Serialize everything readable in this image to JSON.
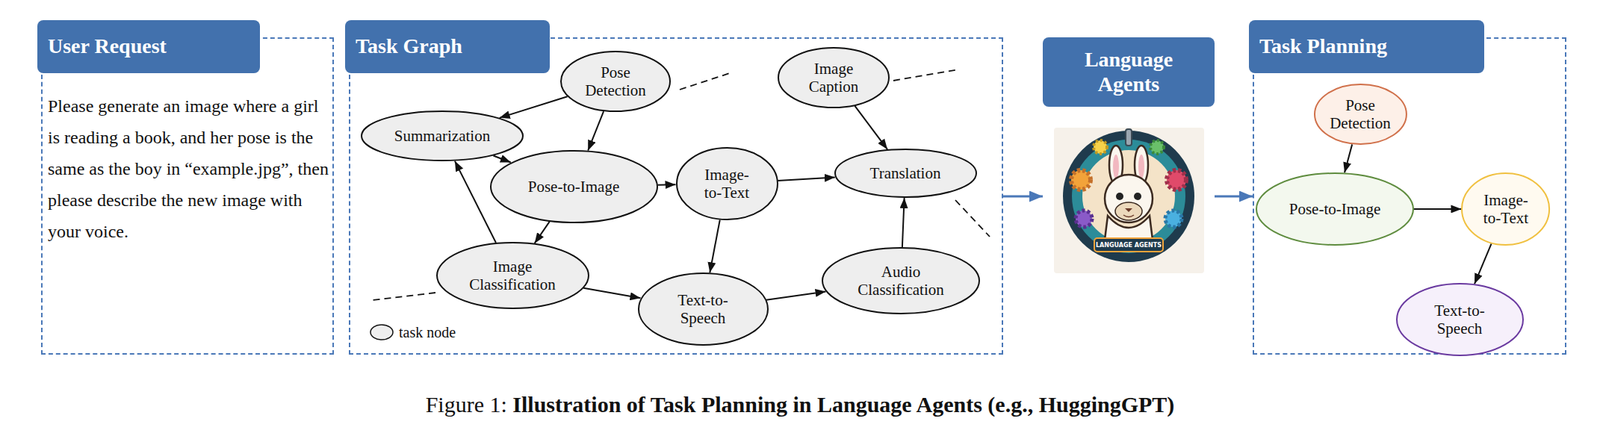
{
  "diagram": {
    "caption": "Figure 1: Illustration of Task Planning in Language Agents (e.g., HuggingGPT)",
    "nodes": [
      {
        "text": [
          "User Request",
          "Please generate an image where a girl is reading a book, and her pose is the same as the boy in “example.jpg”, then please describe the new image with your voice."
        ]
      },
      {
        "text": [
          "Task Graph"
        ]
      },
      {
        "text": [
          "Pose Detection"
        ],
        "in": 1
      },
      {
        "text": [
          "Summarization"
        ],
        "in": 1
      },
      {
        "text": [
          "Image Caption"
        ],
        "in": 1
      },
      {
        "text": [
          "Pose-to-Image"
        ],
        "in": 1
      },
      {
        "text": [
          "Image-to-Text"
        ],
        "in": 1
      },
      {
        "text": [
          "Translation"
        ],
        "in": 1
      },
      {
        "text": [
          "Image Classification"
        ],
        "in": 1
      },
      {
        "text": [
          "Text-to-Speech"
        ],
        "in": 1
      },
      {
        "text": [
          "Audio Classification"
        ],
        "in": 1
      },
      {
        "text": [
          "Language Agents"
        ]
      },
      {
        "text": [
          "Task Planning"
        ]
      },
      {
        "text": [
          "Pose Detection"
        ],
        "in": 12
      },
      {
        "text": [
          "Pose-to-Image"
        ],
        "in": 12
      },
      {
        "text": [
          "Image-to-Text"
        ],
        "in": 12
      },
      {
        "text": [
          "Text-to-Speech"
        ],
        "in": 12
      }
    ],
    "edges": [
      {
        "from": 2,
        "to": 3,
        "arrow": "to"
      },
      {
        "from": 2,
        "to": 5,
        "arrow": "to"
      },
      {
        "from": 3,
        "to": 5,
        "arrow": "to"
      },
      {
        "from": 5,
        "to": 8,
        "arrow": "to"
      },
      {
        "from": 8,
        "to": 3,
        "arrow": "to"
      },
      {
        "from": 5,
        "to": 6,
        "arrow": "to"
      },
      {
        "from": 6,
        "to": 7,
        "arrow": "to"
      },
      {
        "from": 6,
        "to": 9,
        "arrow": "to"
      },
      {
        "from": 8,
        "to": 9,
        "arrow": "to"
      },
      {
        "from": 9,
        "to": 10,
        "arrow": "to"
      },
      {
        "from": 10,
        "to": 7,
        "arrow": "to"
      },
      {
        "from": 4,
        "to": 7,
        "arrow": "to"
      },
      {
        "from": 1,
        "to": 11,
        "arrow": "to"
      },
      {
        "from": 11,
        "to": 12,
        "arrow": "to"
      },
      {
        "from": 13,
        "to": 14,
        "arrow": "to"
      },
      {
        "from": 14,
        "to": 15,
        "arrow": "to"
      },
      {
        "from": 15,
        "to": 16,
        "arrow": "to"
      }
    ],
    "labels": [
      "LANGUAGE AGENTS"
    ],
    "legend": [
      {
        "text": "task node"
      }
    ]
  }
}
